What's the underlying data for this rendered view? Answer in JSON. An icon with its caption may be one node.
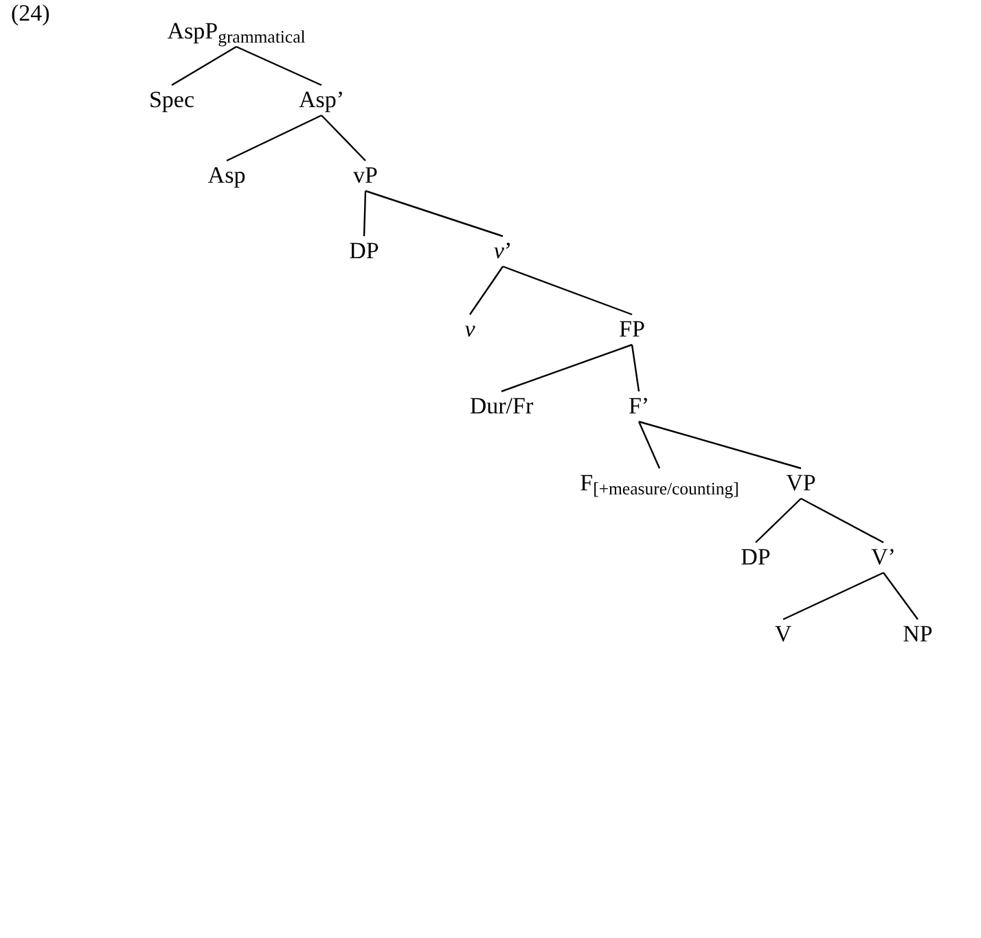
{
  "diagram": {
    "nodes": [
      {
        "text": [
          "AspP$_{grammatical}$"
        ]
      },
      {
        "text": [
          "Spec"
        ]
      },
      {
        "text": [
          "Asp’"
        ]
      },
      {
        "text": [
          "Asp"
        ]
      },
      {
        "text": [
          "vP"
        ]
      },
      {
        "text": [
          "DP"
        ]
      },
      {
        "text": [
          "*v*’"
        ]
      },
      {
        "text": [
          "*v*"
        ]
      },
      {
        "text": [
          "FP"
        ]
      },
      {
        "text": [
          "Dur/Fr"
        ]
      },
      {
        "text": [
          "F’"
        ]
      },
      {
        "text": [
          "F$_{[+measure/counting]}$"
        ]
      },
      {
        "text": [
          "VP"
        ]
      },
      {
        "text": [
          "DP"
        ]
      },
      {
        "text": [
          "V’"
        ]
      },
      {
        "text": [
          "V"
        ]
      },
      {
        "text": [
          "NP"
        ]
      }
    ],
    "edges": [
      {
        "from": 0,
        "to": 1,
        "arrow": "none"
      },
      {
        "from": 0,
        "to": 2,
        "arrow": "none"
      },
      {
        "from": 2,
        "to": 3,
        "arrow": "none"
      },
      {
        "from": 2,
        "to": 4,
        "arrow": "none"
      },
      {
        "from": 4,
        "to": 5,
        "arrow": "none"
      },
      {
        "from": 4,
        "to": 6,
        "arrow": "none"
      },
      {
        "from": 6,
        "to": 7,
        "arrow": "none"
      },
      {
        "from": 6,
        "to": 8,
        "arrow": "none"
      },
      {
        "from": 8,
        "to": 9,
        "arrow": "none"
      },
      {
        "from": 8,
        "to": 10,
        "arrow": "none"
      },
      {
        "from": 10,
        "to": 11,
        "arrow": "none"
      },
      {
        "from": 10,
        "to": 12,
        "arrow": "none"
      },
      {
        "from": 12,
        "to": 13,
        "arrow": "none"
      },
      {
        "from": 12,
        "to": 14,
        "arrow": "none"
      },
      {
        "from": 14,
        "to": 15,
        "arrow": "none"
      },
      {
        "from": 14,
        "to": 16,
        "arrow": "none"
      }
    ],
    "labels": [
      "(24)"
    ]
  }
}
